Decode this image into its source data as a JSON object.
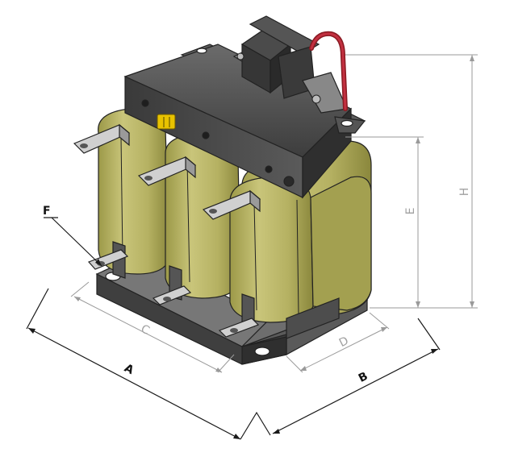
{
  "labels": {
    "A": "A",
    "B": "B",
    "C": "C",
    "D": "D",
    "E": "E",
    "F": "F",
    "H": "H"
  },
  "colors": {
    "coil": "#c4c072",
    "coil_shadow": "#8d8a3e",
    "steel": "#4a4a4a",
    "steel_light": "#6a6a6a",
    "terminal": "#c8c8c8",
    "cable": "#b0242e",
    "connector": "#444444",
    "fuse": "#e8c200"
  }
}
